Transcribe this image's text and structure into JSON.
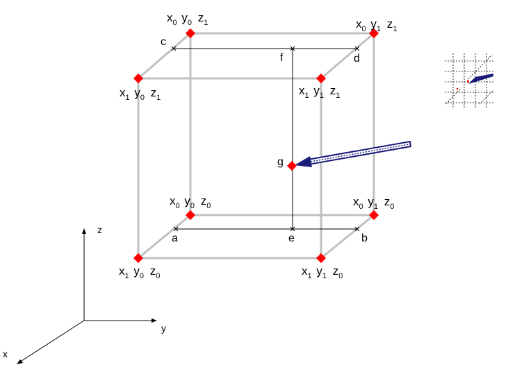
{
  "vertices": {
    "x0y0z1": {
      "x": "x",
      "xi": "0",
      "y": "y",
      "yi": "0",
      "z": "z",
      "zi": "1"
    },
    "x0y1z1": {
      "x": "x",
      "xi": "0",
      "y": "y",
      "yi": "1",
      "z": "z",
      "zi": "1"
    },
    "x1y0z1": {
      "x": "x",
      "xi": "1",
      "y": "y",
      "yi": "0",
      "z": "z",
      "zi": "1"
    },
    "x1y1z1": {
      "x": "x",
      "xi": "1",
      "y": "y",
      "yi": "1",
      "z": "z",
      "zi": "1"
    },
    "x0y0z0": {
      "x": "x",
      "xi": "0",
      "y": "y",
      "yi": "0",
      "z": "z",
      "zi": "0"
    },
    "x0y1z0": {
      "x": "x",
      "xi": "0",
      "y": "y",
      "yi": "1",
      "z": "z",
      "zi": "0"
    },
    "x1y0z0": {
      "x": "x",
      "xi": "1",
      "y": "y",
      "yi": "0",
      "z": "z",
      "zi": "0"
    },
    "x1y1z0": {
      "x": "x",
      "xi": "1",
      "y": "y",
      "yi": "1",
      "z": "z",
      "zi": "0"
    }
  },
  "points": {
    "a": "a",
    "b": "b",
    "c": "c",
    "d": "d",
    "e": "e",
    "f": "f",
    "g": "g"
  },
  "axes": {
    "x": "x",
    "y": "y",
    "z": "z"
  },
  "colors": {
    "edge": "#c0c0c0",
    "vertex": "#ff0000",
    "arrow": "#1a1a7a",
    "line": "#000000"
  }
}
